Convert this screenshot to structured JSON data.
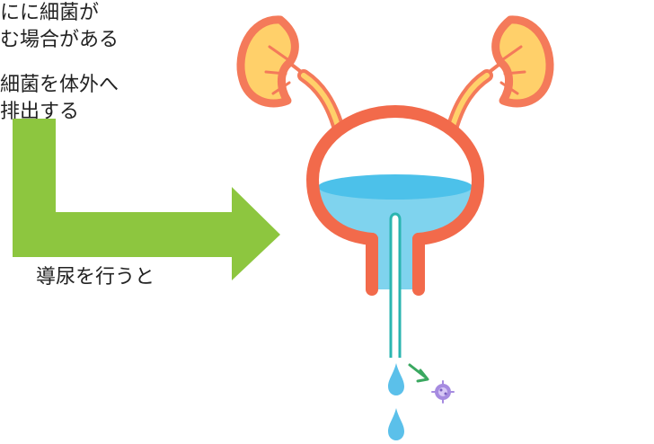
{
  "texts": {
    "top_line1": "にに細菌が",
    "top_line2": "む場合がある",
    "arrow_caption": "導尿を行うと",
    "result_line1": "細菌を体外へ",
    "result_line2": "排出する"
  },
  "colors": {
    "arrow": "#8dc63f",
    "kidney_outer": "#f47a5a",
    "kidney_inner": "#ffd06a",
    "bladder_wall": "#f26a4b",
    "urine": "#7fd3ee",
    "urine_surface": "#4cc1ea",
    "catheter": "#2bb5b0",
    "drop": "#5bc0ea",
    "bacteria": "#a68be0",
    "small_arrow": "#3aa860"
  }
}
